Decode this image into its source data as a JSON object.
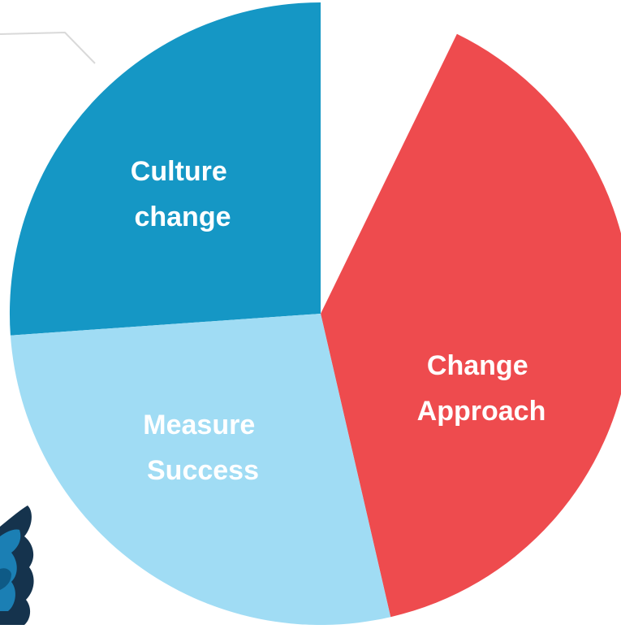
{
  "segments": [
    {
      "id": "culture",
      "lines": [
        "Culture",
        "change"
      ],
      "color": "#1597C5",
      "text_color": "#FFFFFF",
      "start_deg": 266,
      "end_deg": 360
    },
    {
      "id": "change",
      "lines": [
        "Change",
        "Approach"
      ],
      "color": "#EE4B4E",
      "text_color": "#FFFFFF",
      "start_deg": 26,
      "end_deg": 167
    },
    {
      "id": "measure",
      "lines": [
        "Measure",
        "Success"
      ],
      "color": "#A0DCF4",
      "text_color": "#FFFFFF",
      "start_deg": 167,
      "end_deg": 266
    }
  ],
  "decor": {
    "line_color": "#D9D9D9",
    "swirl_colors": [
      "#15334D",
      "#1B7FB4",
      "#0E5A86"
    ]
  }
}
